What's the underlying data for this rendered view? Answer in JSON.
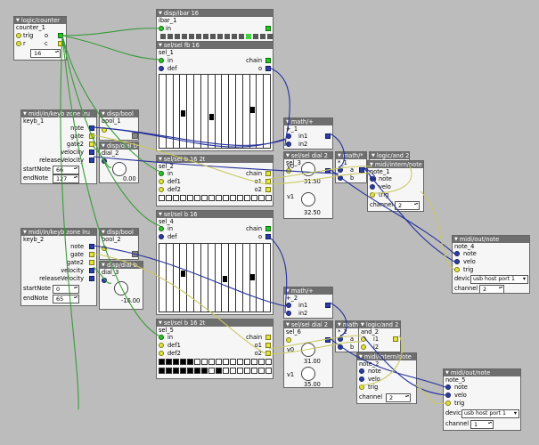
{
  "objects": {
    "counter": {
      "title": "logic/counter",
      "name": "counter_1",
      "trig": "trig",
      "o": "o",
      "r": "r",
      "c": "c",
      "value": "16"
    },
    "ibar": {
      "title": "disp/ibar 16",
      "name": "ibar_1",
      "in": "in",
      "active": [
        12
      ]
    },
    "sel1": {
      "title": "sel/sel fb 16",
      "name": "sel_1",
      "in": "in",
      "def": "def",
      "chain": "chain",
      "o": "o",
      "steps": [
        0,
        0,
        0,
        1,
        0,
        0,
        0,
        1,
        0,
        0,
        0,
        0,
        0,
        1,
        0,
        0
      ]
    },
    "keyb1": {
      "title": "midi/in/keyb zone lru",
      "name": "keyb_1",
      "ports": [
        "note",
        "gate",
        "gate2",
        "velocity",
        "releaseVelocity"
      ],
      "startNote_label": "startNote",
      "startNote": "66",
      "endNote_label": "endNote",
      "endNote": "127"
    },
    "bool1": {
      "title": "disp/bool",
      "name": "bool_1"
    },
    "dial2": {
      "title": "disp/dial b",
      "name": "dial_2",
      "value": "0.00"
    },
    "sel2": {
      "title": "sel/sel b 16 2t",
      "name": "sel_2",
      "in": "in",
      "def1": "def1",
      "def2": "def2",
      "chain": "chain",
      "o1": "o1",
      "o2": "o2"
    },
    "plus1": {
      "title": "math/+",
      "name": "+_1",
      "in1": "in1",
      "in2": "in2"
    },
    "seldial3": {
      "title": "sel/sel dial 2",
      "name": "sel_3",
      "v0": "v0",
      "v1": "v1",
      "value0": "31.50",
      "value1": "32.50"
    },
    "mul1": {
      "title": "math/*",
      "name": "*_1",
      "a": "a",
      "b": "b"
    },
    "and1": {
      "title": "logic/and 2",
      "name": "and_1",
      "i1": "i1",
      "i2": "i2"
    },
    "note1": {
      "title": "midi/intern/note",
      "name": "note_1",
      "ports": [
        "note",
        "velo",
        "trig"
      ],
      "channel_label": "channel",
      "channel": "2"
    },
    "out1": {
      "title": "midi/out/note",
      "name": "note_4",
      "ports": [
        "note",
        "velo",
        "trig"
      ],
      "device_label": "device",
      "device": "usb host port 1",
      "channel_label": "channel",
      "channel": "2"
    },
    "sel4": {
      "title": "sel/sel b 16",
      "name": "sel_4",
      "in": "in",
      "def": "def",
      "chain": "chain",
      "o": "o",
      "steps": [
        0,
        0,
        0,
        1,
        0,
        0,
        0,
        0,
        0,
        1,
        0,
        0,
        0,
        1,
        0,
        0
      ]
    },
    "keyb2": {
      "title": "midi/in/keyb zone lru",
      "name": "keyb_2",
      "ports": [
        "note",
        "gate",
        "gate2",
        "velocity",
        "releaseVelocity"
      ],
      "startNote_label": "startNote",
      "startNote": "0",
      "endNote_label": "endNote",
      "endNote": "65"
    },
    "bool2": {
      "title": "disp/bool",
      "name": "bool_2"
    },
    "dial3": {
      "title": "disp/dial b",
      "name": "dial_3",
      "value": "-16.00"
    },
    "plus2": {
      "title": "math/+",
      "name": "+_2",
      "in1": "in1",
      "in2": "in2"
    },
    "sel5": {
      "title": "sel/sel b 16 2t",
      "name": "sel_5",
      "in": "in",
      "def1": "def1",
      "def2": "def2",
      "chain": "chain",
      "o1": "o1",
      "o2": "o2",
      "row1": [
        1,
        1,
        1,
        1,
        1,
        0,
        0,
        0,
        0,
        0,
        0,
        0,
        0,
        0,
        0,
        0
      ],
      "row2": [
        1,
        1,
        1,
        1,
        1,
        1,
        1,
        0,
        1,
        0,
        0,
        0,
        0,
        0,
        0,
        0
      ]
    },
    "seldial6": {
      "title": "sel/sel dial 2",
      "name": "sel_6",
      "v0": "v0",
      "v1": "v1",
      "value0": "31.00",
      "value1": "35.00"
    },
    "mul2": {
      "title": "math/*",
      "name": "*_2",
      "a": "a",
      "b": "b"
    },
    "and2": {
      "title": "logic/and 2",
      "name": "and_2",
      "i1": "i1",
      "i2": "i2"
    },
    "note2": {
      "title": "midi/intern/note",
      "name": "note_2",
      "ports": [
        "note",
        "velo",
        "trig"
      ],
      "channel_label": "channel",
      "channel": "2"
    },
    "out2": {
      "title": "midi/out/note",
      "name": "note_5",
      "ports": [
        "note",
        "velo",
        "trig"
      ],
      "device_label": "device",
      "device": "usb host port 1",
      "channel_label": "channel",
      "channel": "1"
    }
  },
  "colors": {
    "background": "#bcbcbc",
    "wire_green": "#3a9a3a",
    "wire_blue": "#24309a",
    "wire_yellow": "#c8c860",
    "title_bar": "#6e6e6e"
  }
}
